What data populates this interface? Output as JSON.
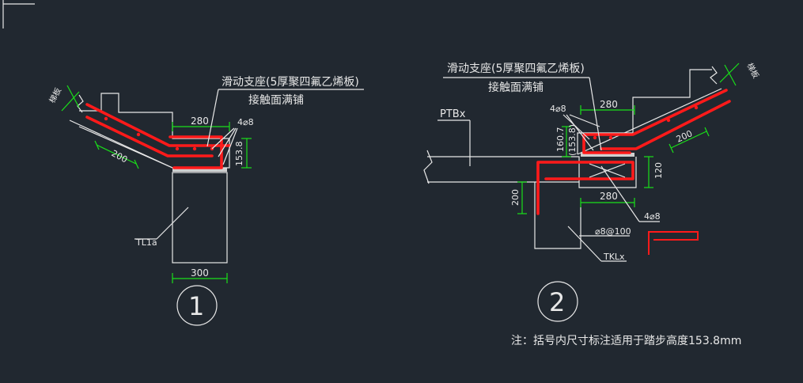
{
  "detail1": {
    "callout_line1": "滑动支座(5厚聚四氟乙烯板)",
    "callout_line2": "接触面满铺",
    "dim_top": "280",
    "dim_bar": "4⌀8",
    "dim_height": "153.8",
    "dim_slope": "200",
    "dim_base": "300",
    "beam_label": "TL1a",
    "number": "1",
    "tilted_label": "梯板"
  },
  "detail2": {
    "callout_line1": "滑动支座(5厚聚四氟乙烯板)",
    "callout_line2": "接触面满铺",
    "slab_label": "PTBx",
    "dim_bar_top": "4⌀8",
    "dim_top": "280",
    "dim_h1": "160.7",
    "dim_h2": "(153.8)",
    "dim_slope": "200",
    "dim_right": "120",
    "dim_left": "200",
    "dim_bottom": "280",
    "dim_bar_bottom": "4⌀8",
    "stirrup": "⌀8@100",
    "beam_label": "TKLx",
    "number": "2",
    "tilted_label": "梯板"
  },
  "note": "注：括号内尺寸标注适用于踏步高度153.8mm",
  "colors": {
    "background": "#212830",
    "lines": "#e8e8e8",
    "rebar": "#ff1a1a",
    "dimension": "#19e019"
  }
}
